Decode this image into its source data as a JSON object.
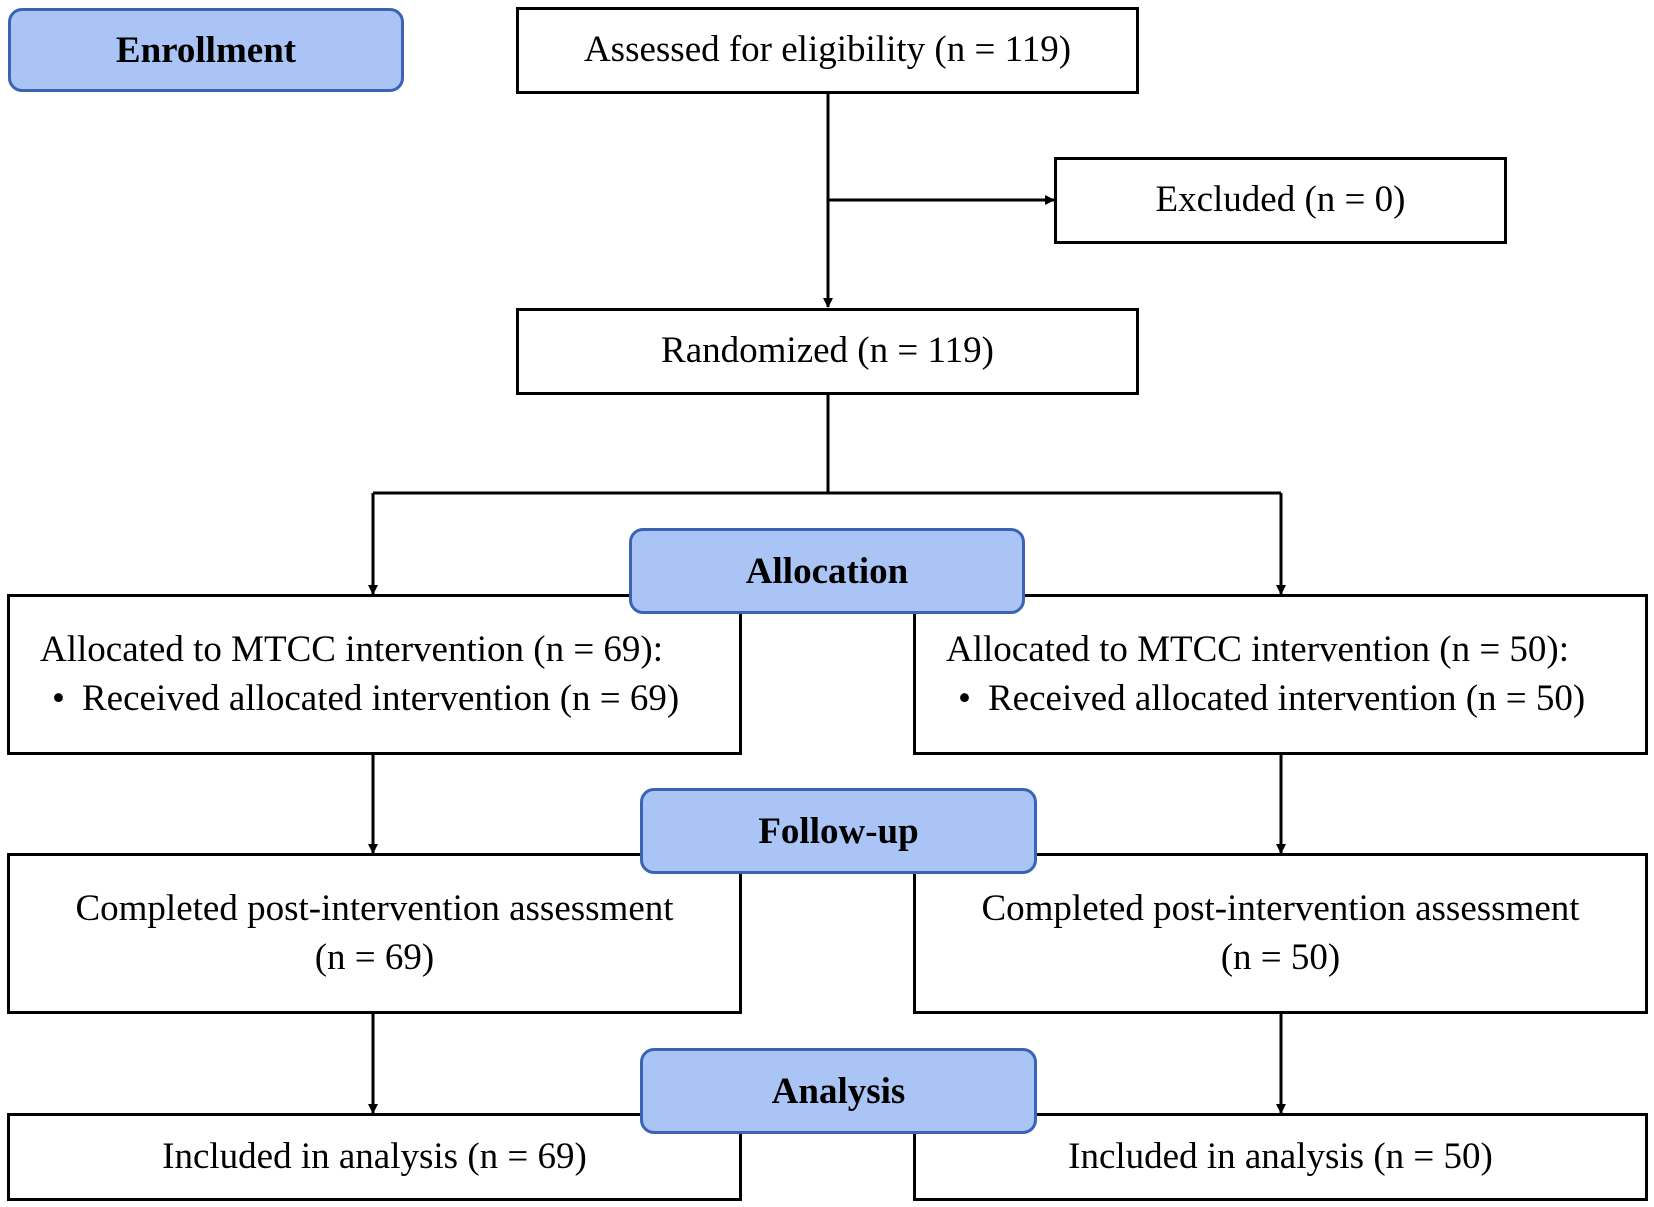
{
  "stages": {
    "enrollment": "Enrollment",
    "allocation": "Allocation",
    "follow_up": "Follow-up",
    "analysis": "Analysis"
  },
  "boxes": {
    "assessed": "Assessed for eligibility (n = 119)",
    "excluded": "Excluded (n = 0)",
    "randomized": "Randomized (n = 119)",
    "left_alloc_title": "Allocated to MTCC intervention (n = 69):",
    "left_alloc_bullet": "Received allocated intervention (n = 69)",
    "right_alloc_title": "Allocated to MTCC intervention (n = 50):",
    "right_alloc_bullet": "Received allocated intervention (n = 50)",
    "left_followup_line1": "Completed post-intervention assessment",
    "left_followup_line2": "(n = 69)",
    "right_followup_line1": "Completed post-intervention assessment",
    "right_followup_line2": "(n = 50)",
    "left_analysis": "Included in analysis (n = 69)",
    "right_analysis": "Included in analysis (n = 50)"
  },
  "bullet_symbol": "•",
  "colors": {
    "stage_fill": "#a9c4f5",
    "stage_border": "#3a64b3",
    "box_border": "#000000"
  }
}
